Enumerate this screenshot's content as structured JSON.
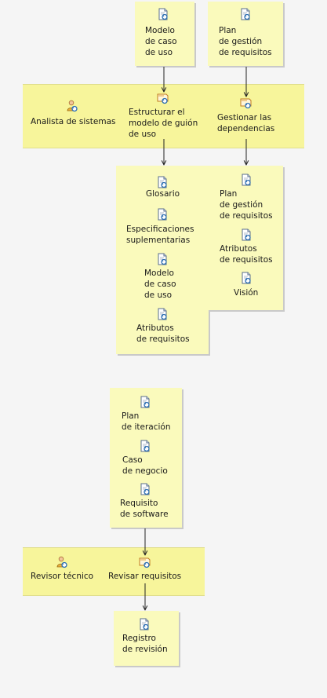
{
  "top": {
    "modelo_caso_uso": "Modelo\nde caso\nde uso",
    "plan_gestion": "Plan\nde gestión\nde requisitos"
  },
  "activity1": {
    "role": "Analista de sistemas",
    "task1": "Estructurar el\nmodelo de guión\nde uso",
    "task2": "Gestionar las\ndependencias"
  },
  "outputs_left": {
    "glosario": "Glosario",
    "especificaciones": "Especificaciones\nsuplementarias",
    "modelo": "Modelo\nde caso\nde uso",
    "atributos": "Atributos\nde requisitos"
  },
  "outputs_right": {
    "plan": "Plan\nde gestión\nde requisitos",
    "atributos": "Atributos\nde requisitos",
    "vision": "Visión"
  },
  "inputs2": {
    "plan_iteracion": "Plan\nde iteración",
    "caso_negocio": "Caso\nde negocio",
    "requisito_software": "Requisito\nde software"
  },
  "activity2": {
    "role": "Revisor técnico",
    "task": "Revisar requisitos"
  },
  "output2": {
    "registro": "Registro\nde revisión"
  }
}
